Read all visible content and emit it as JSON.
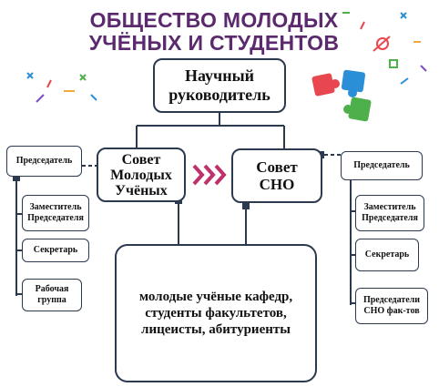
{
  "title": {
    "line1": "ОБЩЕСТВО МОЛОДЫХ",
    "line2": "УЧЁНЫХ И СТУДЕНТОВ"
  },
  "nodes": {
    "supervisor": "Научный\nруководитель",
    "council_young": "Совет\nМолодых\nУчёных",
    "council_sno": "Совет\nСНО",
    "members": "молодые учёные кафедр,\nстуденты факультетов,\nлицеисты, абитуриенты"
  },
  "left_branch": {
    "chair": "Председатель",
    "deputy": "Заместитель\nПредседателя",
    "secretary": "Секретарь",
    "working_group": "Рабочая\nгруппа"
  },
  "right_branch": {
    "chair": "Председатель",
    "deputy": "Заместитель\nПредседателя",
    "secretary": "Секретарь",
    "faculty_chairs": "Председатели\nСНО фак-тов"
  },
  "arrow_icon": "triple-chevron-right",
  "colors": {
    "title": "#5b2a6e",
    "border": "#2c3a50",
    "chevron": "#c0306a"
  }
}
